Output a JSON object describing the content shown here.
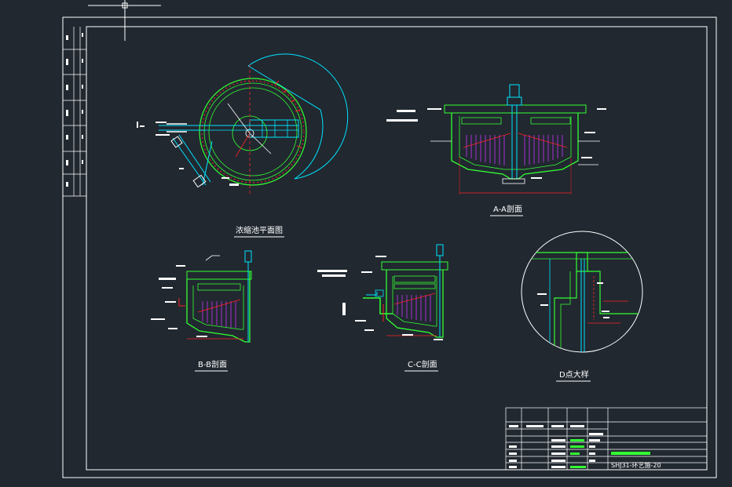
{
  "sheet": {
    "labels": {
      "plan": "浓缩池平面图",
      "section_aa": "A-A剖面",
      "section_bb": "B-B剖面",
      "section_cc": "C-C剖面",
      "detail_d": "D点大样"
    },
    "drawing_number": "SHJ31-环艺施-20",
    "colors": {
      "background": "#212830",
      "frame": "#ffffff",
      "structure": "#33ff33",
      "piping": "#00e5ff",
      "rebar": "#cc33ff",
      "dimension": "#ff2222",
      "text": "#ffffff"
    }
  }
}
